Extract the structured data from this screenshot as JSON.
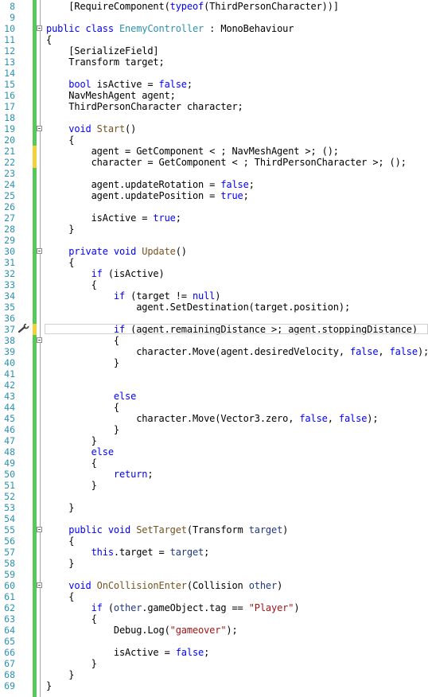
{
  "editor": {
    "colors": {
      "keyword": "#0000ff",
      "type": "#2b91af",
      "method": "#74531f",
      "parameter": "#1f377f",
      "string": "#a31515",
      "line_number": "#2b91af",
      "change_saved": "#57c95a",
      "change_modified": "#f2d13a"
    },
    "current_line": 37,
    "modified_lines": [
      21,
      22,
      37
    ],
    "fold_lines": [
      10,
      19,
      30,
      38,
      55,
      60
    ],
    "lines": [
      {
        "n": "8",
        "html": [
          [
            "",
            "    [RequireComponent("
          ],
          [
            "kw",
            "typeof"
          ],
          [
            "",
            "(ThirdPersonCharacter))]"
          ]
        ]
      },
      {
        "n": "9",
        "html": []
      },
      {
        "n": "10",
        "html": [
          [
            "kw",
            "public class "
          ],
          [
            "ty",
            "EnemyController"
          ],
          [
            "",
            " : MonoBehaviour"
          ]
        ]
      },
      {
        "n": "11",
        "html": [
          [
            "",
            "{"
          ]
        ]
      },
      {
        "n": "12",
        "html": [
          [
            "",
            "    [SerializeField]"
          ]
        ]
      },
      {
        "n": "13",
        "html": [
          [
            "",
            "    Transform target;"
          ]
        ]
      },
      {
        "n": "14",
        "html": []
      },
      {
        "n": "15",
        "html": [
          [
            "kw",
            "    bool "
          ],
          [
            "",
            "isActive = "
          ],
          [
            "kw",
            "false"
          ],
          [
            "",
            ";"
          ]
        ]
      },
      {
        "n": "16",
        "html": [
          [
            "",
            "    NavMeshAgent agent;"
          ]
        ]
      },
      {
        "n": "17",
        "html": [
          [
            "",
            "    ThirdPersonCharacter character;"
          ]
        ]
      },
      {
        "n": "18",
        "html": []
      },
      {
        "n": "19",
        "html": [
          [
            "kw",
            "    void "
          ],
          [
            "mt",
            "Start"
          ],
          [
            "",
            "()"
          ]
        ]
      },
      {
        "n": "20",
        "html": [
          [
            "",
            "    {"
          ]
        ]
      },
      {
        "n": "21",
        "html": [
          [
            "",
            "        agent = GetComponent < ; NavMeshAgent >; ();"
          ]
        ]
      },
      {
        "n": "22",
        "html": [
          [
            "",
            "        character = GetComponent < ; ThirdPersonCharacter >; ();"
          ]
        ]
      },
      {
        "n": "23",
        "html": []
      },
      {
        "n": "24",
        "html": [
          [
            "",
            "        agent.updateRotation = "
          ],
          [
            "kw",
            "false"
          ],
          [
            "",
            ";"
          ]
        ]
      },
      {
        "n": "25",
        "html": [
          [
            "",
            "        agent.updatePosition = "
          ],
          [
            "kw",
            "true"
          ],
          [
            "",
            ";"
          ]
        ]
      },
      {
        "n": "26",
        "html": []
      },
      {
        "n": "27",
        "html": [
          [
            "",
            "        isActive = "
          ],
          [
            "kw",
            "true"
          ],
          [
            "",
            ";"
          ]
        ]
      },
      {
        "n": "28",
        "html": [
          [
            "",
            "    }"
          ]
        ]
      },
      {
        "n": "29",
        "html": []
      },
      {
        "n": "30",
        "html": [
          [
            "kw",
            "    private void "
          ],
          [
            "mt",
            "Update"
          ],
          [
            "",
            "()"
          ]
        ]
      },
      {
        "n": "31",
        "html": [
          [
            "",
            "    {"
          ]
        ]
      },
      {
        "n": "32",
        "html": [
          [
            "kw",
            "        if "
          ],
          [
            "",
            "(isActive)"
          ]
        ]
      },
      {
        "n": "33",
        "html": [
          [
            "",
            "        {"
          ]
        ]
      },
      {
        "n": "34",
        "html": [
          [
            "kw",
            "            if "
          ],
          [
            "",
            "(target != "
          ],
          [
            "kw",
            "null"
          ],
          [
            "",
            ")"
          ]
        ]
      },
      {
        "n": "35",
        "html": [
          [
            "",
            "                agent.SetDestination(target.position);"
          ]
        ]
      },
      {
        "n": "36",
        "html": []
      },
      {
        "n": "37",
        "html": [
          [
            "kw",
            "            if "
          ],
          [
            "",
            "(agent.remainingDistance >; agent.stoppingDistance)"
          ]
        ]
      },
      {
        "n": "38",
        "html": [
          [
            "",
            "            {"
          ]
        ]
      },
      {
        "n": "39",
        "html": [
          [
            "",
            "                character.Move(agent.desiredVelocity, "
          ],
          [
            "kw",
            "false"
          ],
          [
            "",
            ", "
          ],
          [
            "kw",
            "false"
          ],
          [
            "",
            ");"
          ]
        ]
      },
      {
        "n": "40",
        "html": [
          [
            "",
            "            }"
          ]
        ]
      },
      {
        "n": "41",
        "html": []
      },
      {
        "n": "42",
        "html": []
      },
      {
        "n": "43",
        "html": [
          [
            "kw",
            "            else"
          ]
        ]
      },
      {
        "n": "44",
        "html": [
          [
            "",
            "            {"
          ]
        ]
      },
      {
        "n": "45",
        "html": [
          [
            "",
            "                character.Move(Vector3.zero, "
          ],
          [
            "kw",
            "false"
          ],
          [
            "",
            ", "
          ],
          [
            "kw",
            "false"
          ],
          [
            "",
            ");"
          ]
        ]
      },
      {
        "n": "46",
        "html": [
          [
            "",
            "            }"
          ]
        ]
      },
      {
        "n": "47",
        "html": [
          [
            "",
            "        }"
          ]
        ]
      },
      {
        "n": "48",
        "html": [
          [
            "kw",
            "        else"
          ]
        ]
      },
      {
        "n": "49",
        "html": [
          [
            "",
            "        {"
          ]
        ]
      },
      {
        "n": "50",
        "html": [
          [
            "kw",
            "            return"
          ],
          [
            "",
            ";"
          ]
        ]
      },
      {
        "n": "51",
        "html": [
          [
            "",
            "        }"
          ]
        ]
      },
      {
        "n": "52",
        "html": []
      },
      {
        "n": "53",
        "html": [
          [
            "",
            "    }"
          ]
        ]
      },
      {
        "n": "54",
        "html": []
      },
      {
        "n": "55",
        "html": [
          [
            "kw",
            "    public void "
          ],
          [
            "mt",
            "SetTarget"
          ],
          [
            "",
            "(Transform "
          ],
          [
            "pm",
            "target"
          ],
          [
            "",
            ")"
          ]
        ]
      },
      {
        "n": "56",
        "html": [
          [
            "",
            "    {"
          ]
        ]
      },
      {
        "n": "57",
        "html": [
          [
            "kw",
            "        this"
          ],
          [
            "",
            ".target = "
          ],
          [
            "pm",
            "target"
          ],
          [
            "",
            ";"
          ]
        ]
      },
      {
        "n": "58",
        "html": [
          [
            "",
            "    }"
          ]
        ]
      },
      {
        "n": "59",
        "html": []
      },
      {
        "n": "60",
        "html": [
          [
            "kw",
            "    void "
          ],
          [
            "mt",
            "OnCollisionEnter"
          ],
          [
            "",
            "(Collision "
          ],
          [
            "pm",
            "other"
          ],
          [
            "",
            ")"
          ]
        ]
      },
      {
        "n": "61",
        "html": [
          [
            "",
            "    {"
          ]
        ]
      },
      {
        "n": "62",
        "html": [
          [
            "kw",
            "        if "
          ],
          [
            "",
            "("
          ],
          [
            "pm",
            "other"
          ],
          [
            "",
            ".gameObject.tag == "
          ],
          [
            "st",
            "\"Player\""
          ],
          [
            "",
            ")"
          ]
        ]
      },
      {
        "n": "63",
        "html": [
          [
            "",
            "        {"
          ]
        ]
      },
      {
        "n": "64",
        "html": [
          [
            "",
            "            Debug.Log("
          ],
          [
            "st",
            "\"gameover\""
          ],
          [
            "",
            ");"
          ]
        ]
      },
      {
        "n": "65",
        "html": []
      },
      {
        "n": "66",
        "html": [
          [
            "",
            "            isActive = "
          ],
          [
            "kw",
            "false"
          ],
          [
            "",
            ";"
          ]
        ]
      },
      {
        "n": "67",
        "html": [
          [
            "",
            "        }"
          ]
        ]
      },
      {
        "n": "68",
        "html": [
          [
            "",
            "    }"
          ]
        ]
      },
      {
        "n": "69",
        "html": [
          [
            "",
            "}"
          ]
        ]
      }
    ]
  }
}
